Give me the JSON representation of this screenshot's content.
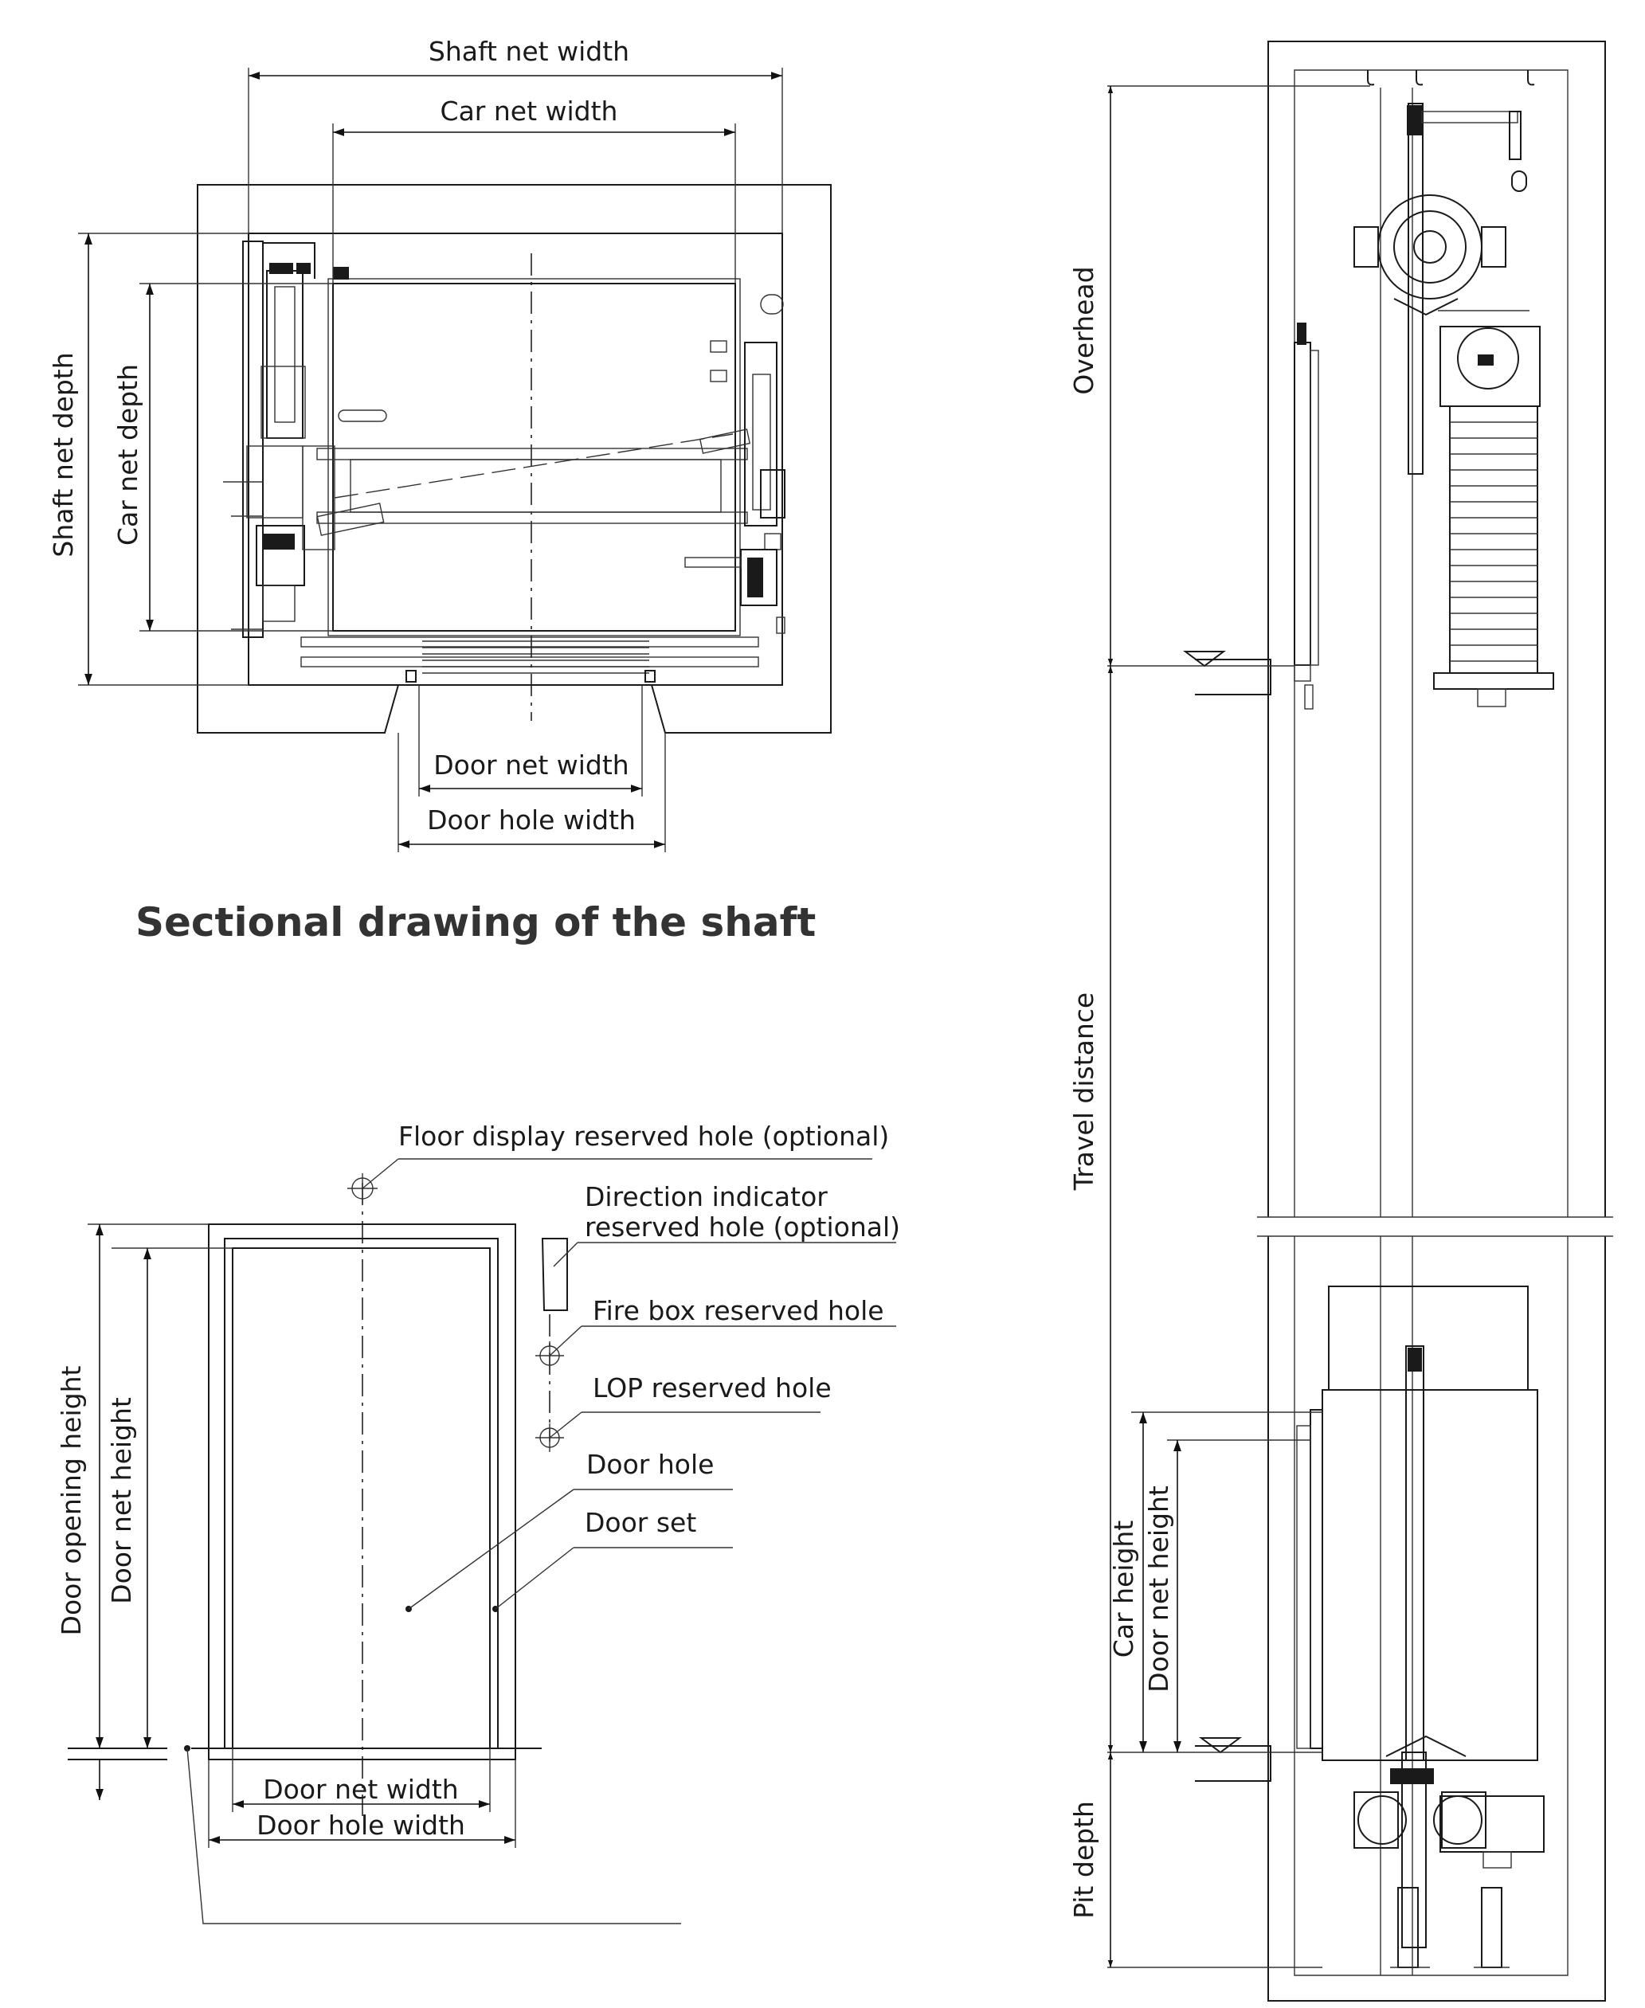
{
  "colors": {
    "line": "#1a1a1a",
    "title": "#333333",
    "background": "#ffffff"
  },
  "plan": {
    "shaft_net_width": "Shaft net width",
    "car_net_width": "Car net width",
    "shaft_net_depth": "Shaft net depth",
    "car_net_depth": "Car net depth",
    "door_net_width": "Door net width",
    "door_hole_width": "Door hole width"
  },
  "title": "Sectional drawing of the shaft",
  "door_elevation": {
    "floor_display_hole": "Floor display reserved hole (optional)",
    "direction_indicator_line1": "Direction  indicator",
    "direction_indicator_line2": "reserved hole (optional)",
    "fire_box_hole": "Fire box reserved hole",
    "lop_hole": "LOP reserved hole",
    "door_hole": "Door hole",
    "door_set": "Door set",
    "door_opening_height": "Door opening height",
    "door_net_height": "Door net height",
    "door_net_width": "Door net width",
    "door_hole_width": "Door hole width"
  },
  "section": {
    "overhead": "Overhead",
    "travel_distance": "Travel distance",
    "car_height": "Car height",
    "door_net_height": "Door net height",
    "pit_depth": "Pit depth"
  }
}
